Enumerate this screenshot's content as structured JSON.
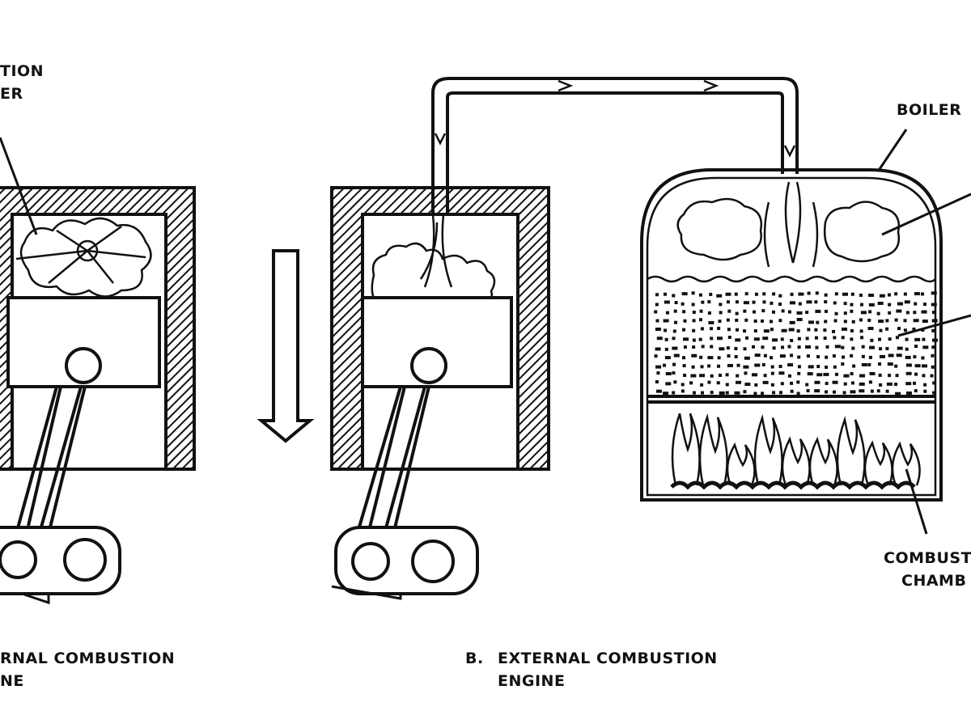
{
  "labels": {
    "combustion_chamber_left_line1": "TION",
    "combustion_chamber_left_line2": "ER",
    "boiler": "BOILER",
    "combustion_chamber_right_line1": "COMBUST",
    "combustion_chamber_right_line2": "CHAMB"
  },
  "captions": {
    "internal": {
      "line1": "RNAL COMBUSTION",
      "line2": "NE"
    },
    "external": {
      "marker": "B.",
      "line1": "EXTERNAL COMBUSTION",
      "line2": "ENGINE"
    }
  },
  "colors": {
    "ink": "#111111",
    "paper": "#ffffff"
  }
}
